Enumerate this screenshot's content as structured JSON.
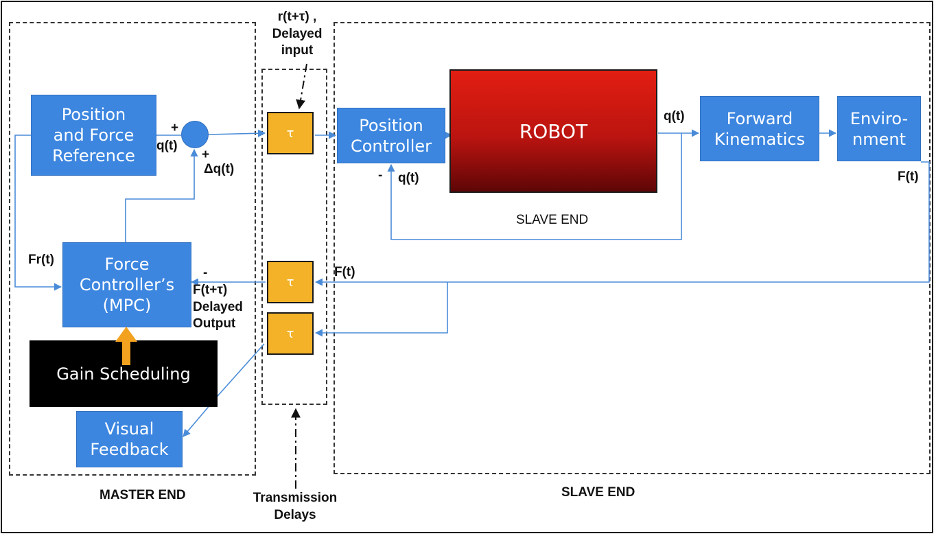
{
  "master": {
    "region_label": "MASTER END",
    "reference_box": "Position\nand Force\nReference",
    "force_controller_box": "Force\nController’s\n(MPC)",
    "gain_box": "Gain Scheduling",
    "visual_box": "Visual\nFeedback"
  },
  "delays": {
    "top_label": "r(t+τ) ,\nDelayed\ninput",
    "tau_symbol": "τ",
    "bottom_label": "Transmission\nDelays",
    "output_label": "F(t+τ)\nDelayed\nOutput"
  },
  "slave": {
    "region_label": "SLAVE END",
    "inner_label": "SLAVE END",
    "position_controller_box": "Position\nController",
    "robot_box": "ROBOT",
    "kinematics_box": "Forward\nKinematics",
    "environment_box": "Enviro-\nnment"
  },
  "signals": {
    "plus_top": "+",
    "q_t_sum": "q(t)",
    "plus_bottom": "+",
    "delta_q": "Δq(t)",
    "minus_pc": "-",
    "q_t_feedback": "q(t)",
    "q_t_robot": "q(t)",
    "f_t_env": "F(t)",
    "f_t_return": "F(t)",
    "fr_t": "Fr(t)",
    "minus_fc": "-"
  },
  "colors": {
    "block_blue": "#3c86e0",
    "wire_blue": "#4a8bd8",
    "delay_orange": "#f3b227",
    "robot_red": "#c0150f",
    "gain_black": "#000000",
    "gain_arrow": "#f3a21f"
  }
}
